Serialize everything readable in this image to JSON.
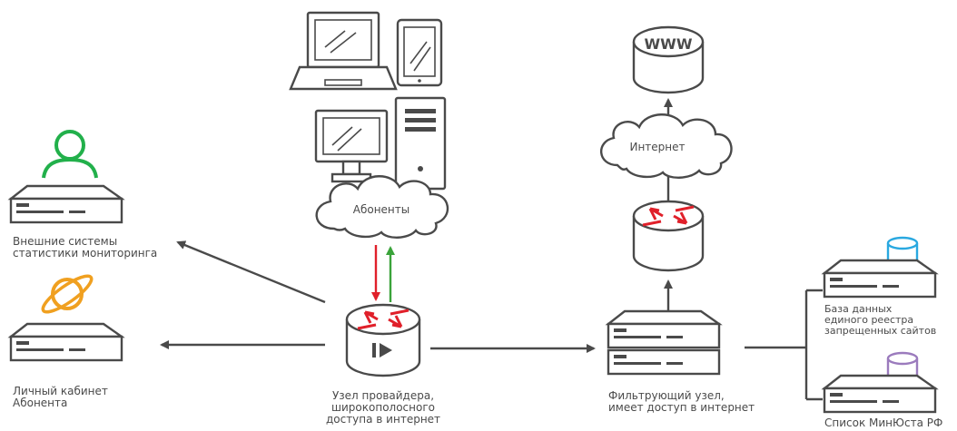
{
  "nodes": {
    "monitoring": {
      "label_line1": "Внешние системы",
      "label_line2": "статистики мониторинга"
    },
    "cabinet": {
      "label_line1": "Личный кабинет",
      "label_line2": "Абонента"
    },
    "subscribers": {
      "cloud_label": "Абоненты"
    },
    "provider": {
      "label_line1": "Узел провайдера,",
      "label_line2": "широкополосного",
      "label_line3": "доступа в интернет"
    },
    "filter": {
      "label_line1": "Фильтрующий узел,",
      "label_line2": "имеет доступ в интернет"
    },
    "internet": {
      "cloud_label": "Интернет"
    },
    "www": {
      "label": "WWW"
    },
    "registry": {
      "label_line1": "База данных",
      "label_line2": "единого реестра",
      "label_line3": "запрещенных сайтов"
    },
    "minjust": {
      "label": "Список МинЮста РФ"
    }
  },
  "colors": {
    "outline": "#4a4a4a",
    "user_icon": "#22b04b",
    "planet_icon": "#f0a020",
    "router_arrows": "#e0202a",
    "arrow_down": "#e0202a",
    "arrow_up": "#3aa33a",
    "db_blue": "#29a8e0",
    "db_purple": "#9b7bbd"
  },
  "icons": [
    "user-icon",
    "planet-icon",
    "laptop-icon",
    "tablet-icon",
    "monitor-icon",
    "pc-tower-icon",
    "router-icon",
    "server-icon",
    "database-icon",
    "cloud-icon"
  ]
}
